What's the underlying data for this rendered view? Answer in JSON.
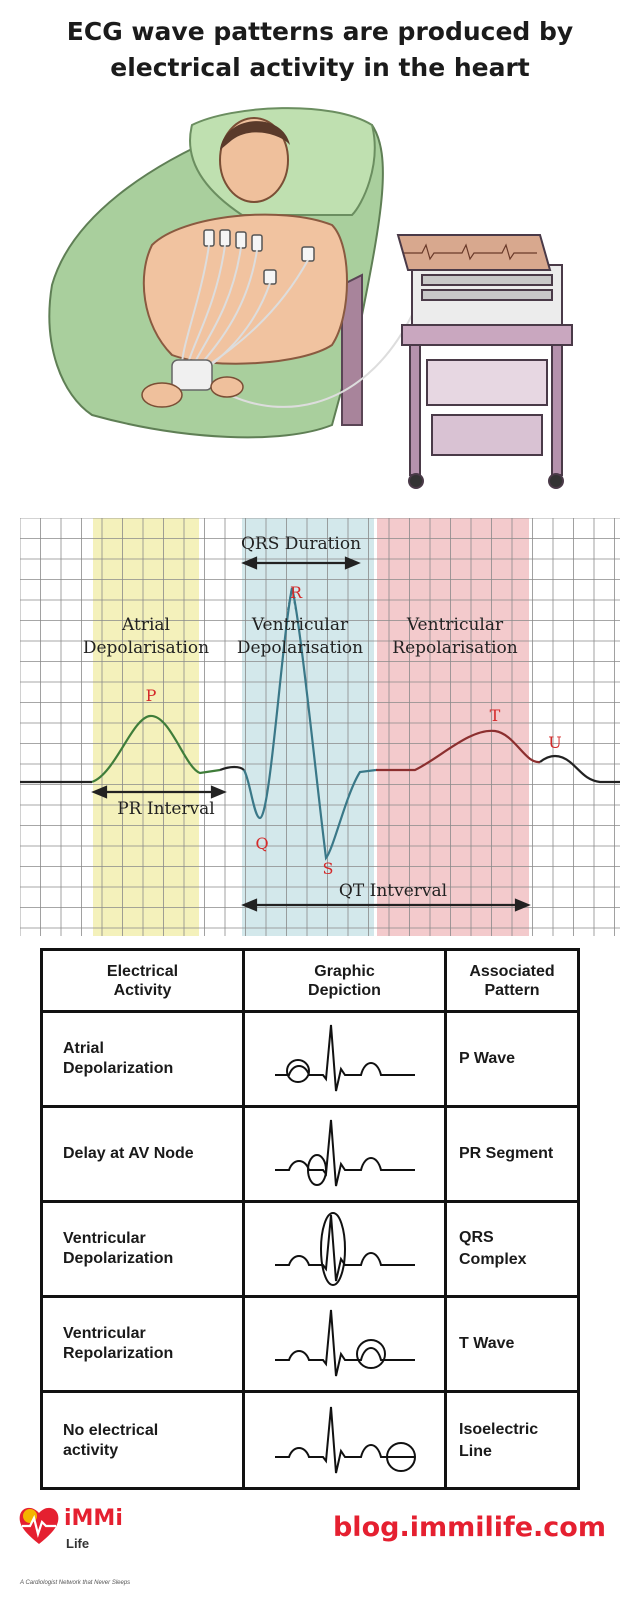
{
  "title_line1": "ECG wave patterns are produced by",
  "title_line2": "electrical activity in the heart",
  "ecg_diagram": {
    "qrs_duration": "QRS Duration",
    "atrial_1": "Atrial",
    "atrial_2": "Depolarisation",
    "vent_dep_1": "Ventricular",
    "vent_dep_2": "Depolarisation",
    "vent_rep_1": "Ventricular",
    "vent_rep_2": "Repolarisation",
    "p": "P",
    "q": "Q",
    "r": "R",
    "s": "S",
    "t": "T",
    "u": "U",
    "pr_interval": "PR Interval",
    "qt_interval": "QT Intverval",
    "colors": {
      "yellow": "#f3f0b8",
      "blue": "#cfe6ea",
      "red": "#f2c7c9",
      "wave_green": "#3f7d3a",
      "wave_blue": "#3a7888",
      "wave_red": "#a03a3a",
      "letters": "#d42a2a"
    }
  },
  "table": {
    "headers": [
      "Electrical Activity",
      "Graphic Depiction",
      "Associated Pattern"
    ],
    "header_lines": [
      [
        "Electrical",
        "Activity"
      ],
      [
        "Graphic",
        "Depiction"
      ],
      [
        "Associated",
        "Pattern"
      ]
    ],
    "rows": [
      {
        "activity": [
          "Atrial",
          "Depolarization"
        ],
        "pattern": [
          "P Wave"
        ],
        "highlight": "p-wave"
      },
      {
        "activity": [
          "Delay at AV Node"
        ],
        "pattern": [
          "PR Segment"
        ],
        "highlight": "pr-segment"
      },
      {
        "activity": [
          "Ventricular",
          "Depolarization"
        ],
        "pattern": [
          "QRS",
          "Complex"
        ],
        "highlight": "qrs"
      },
      {
        "activity": [
          "Ventricular",
          "Repolarization"
        ],
        "pattern": [
          "T Wave"
        ],
        "highlight": "t-wave"
      },
      {
        "activity": [
          "No electrical",
          "activity"
        ],
        "pattern": [
          "Isoelectric",
          "Line"
        ],
        "highlight": "isoelectric"
      }
    ]
  },
  "footer": {
    "brand": "iMMi",
    "brand_sub": "Life",
    "tagline": "A Cardiologist Network that Never Sleeps",
    "site": "blog.immilife.com",
    "brand_color": "#e52030"
  }
}
